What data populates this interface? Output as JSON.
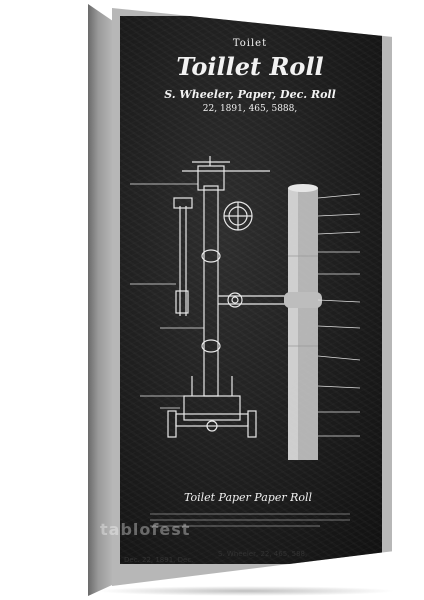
{
  "poster": {
    "small_title": "Toilet",
    "main_title": "Toillet Roll",
    "subtitle": "S. Wheeler,  Paper,  Dec. Roll",
    "numbers": "22, 1891, 465, 5888,",
    "caption": "Toilet Paper Paper Roll",
    "bottom_left": "Dec.  22, 1891, Dec.",
    "bottom_mid": "S.  Wheeler,  22, 465, 588,",
    "watermark": "tablofest"
  },
  "colors": {
    "board": "#1c1c1c",
    "frame": "#b7b7b7",
    "ink": "#f2f2f2"
  }
}
